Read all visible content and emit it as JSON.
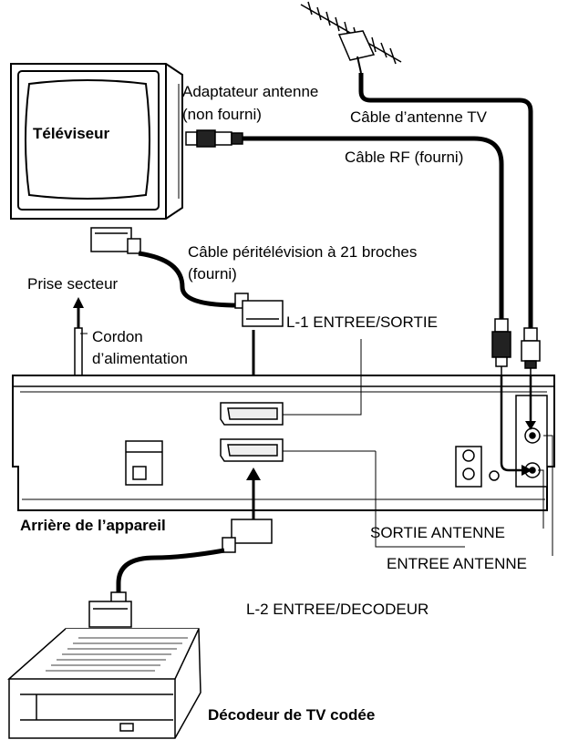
{
  "labels": {
    "antenna_adapter": "Adaptateur antenne",
    "antenna_adapter_note": "(non fourni)",
    "tv_antenna_cable": "Câble d’antenne TV",
    "tv": "Téléviseur",
    "rf_cable": "Câble RF (fourni)",
    "scart_cable": "Câble péritélévision à 21 broches",
    "scart_cable_note": "(fourni)",
    "mains_socket": "Prise secteur",
    "power_cord_1": "Cordon",
    "power_cord_2": "d’alimentation",
    "l1_in_out": "L-1 ENTREE/SORTIE",
    "unit_rear": "Arrière de l’appareil",
    "antenna_out": "SORTIE ANTENNE",
    "antenna_in": "ENTREE ANTENNE",
    "l2_in_decoder": "L-2 ENTREE/DECODEUR",
    "decoder": "Décodeur de TV codée"
  }
}
